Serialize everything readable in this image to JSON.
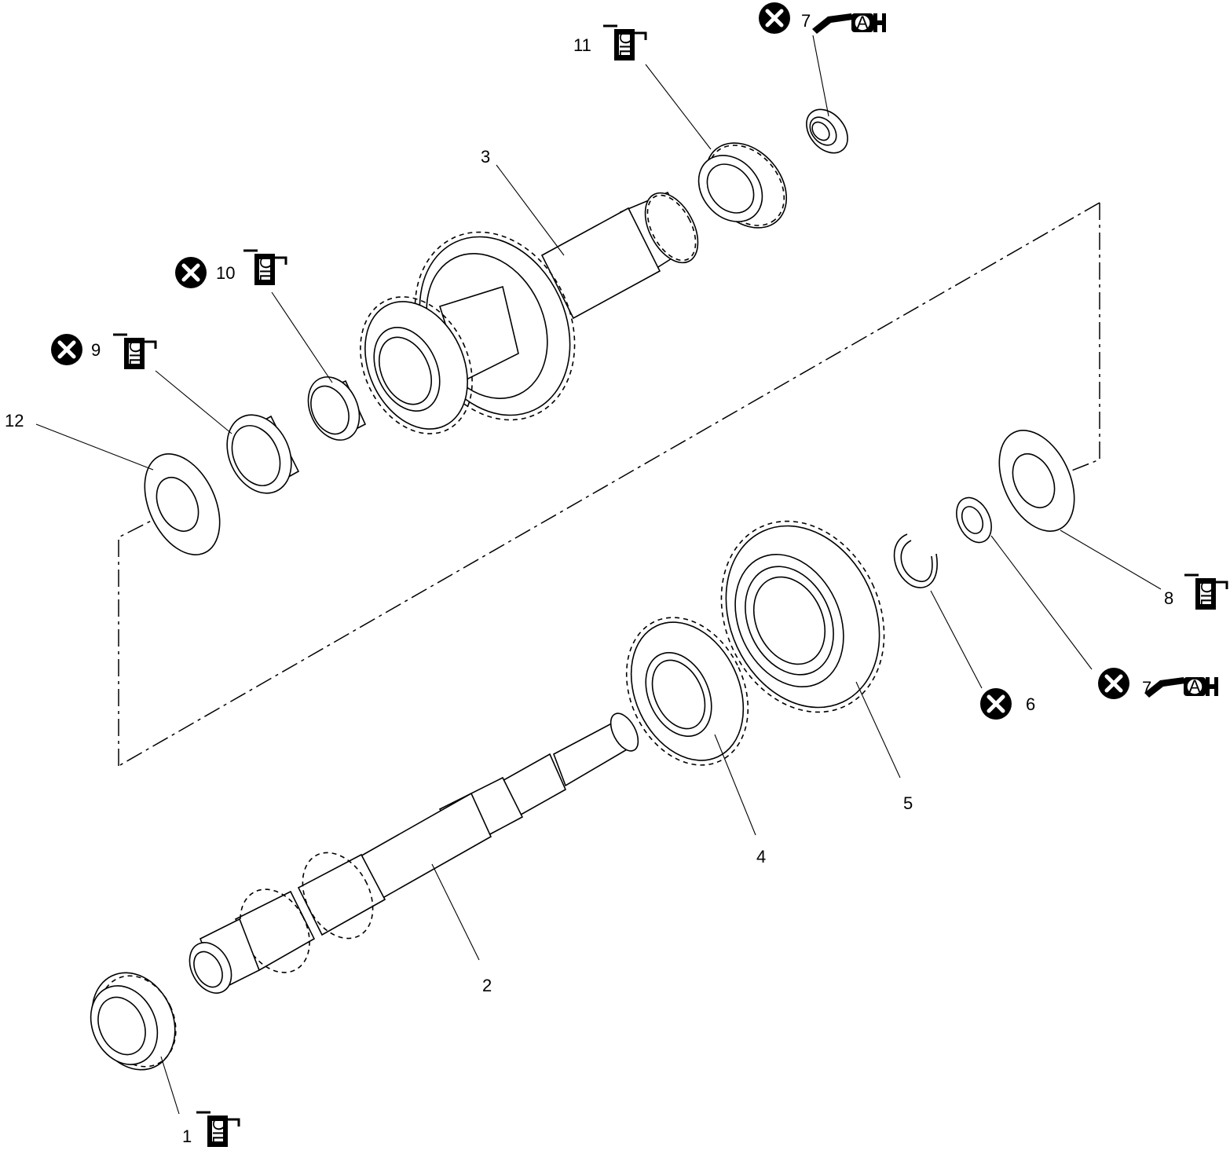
{
  "callouts": [
    {
      "id": "c1",
      "number": "1",
      "icons": [
        "oil-can-icon"
      ]
    },
    {
      "id": "c2",
      "number": "2",
      "icons": []
    },
    {
      "id": "c3",
      "number": "3",
      "icons": []
    },
    {
      "id": "c4",
      "number": "4",
      "icons": []
    },
    {
      "id": "c5",
      "number": "5",
      "icons": []
    },
    {
      "id": "c6",
      "number": "6",
      "icons": [
        "do-not-reuse-icon"
      ]
    },
    {
      "id": "c7a",
      "number": "7",
      "icons": [
        "do-not-reuse-icon",
        "grease-gun-a-icon"
      ]
    },
    {
      "id": "c7b",
      "number": "7",
      "icons": [
        "do-not-reuse-icon",
        "grease-gun-a-icon"
      ]
    },
    {
      "id": "c8",
      "number": "8",
      "icons": [
        "oil-can-icon"
      ]
    },
    {
      "id": "c9",
      "number": "9",
      "icons": [
        "do-not-reuse-icon",
        "oil-can-icon"
      ]
    },
    {
      "id": "c10",
      "number": "10",
      "icons": [
        "do-not-reuse-icon",
        "oil-can-icon"
      ]
    },
    {
      "id": "c11",
      "number": "11",
      "icons": [
        "oil-can-icon"
      ]
    },
    {
      "id": "c12",
      "number": "12",
      "icons": []
    }
  ],
  "icon_text": {
    "oil": "OIL",
    "grease": "A"
  },
  "colors": {
    "line": "#000000",
    "background": "#ffffff"
  }
}
